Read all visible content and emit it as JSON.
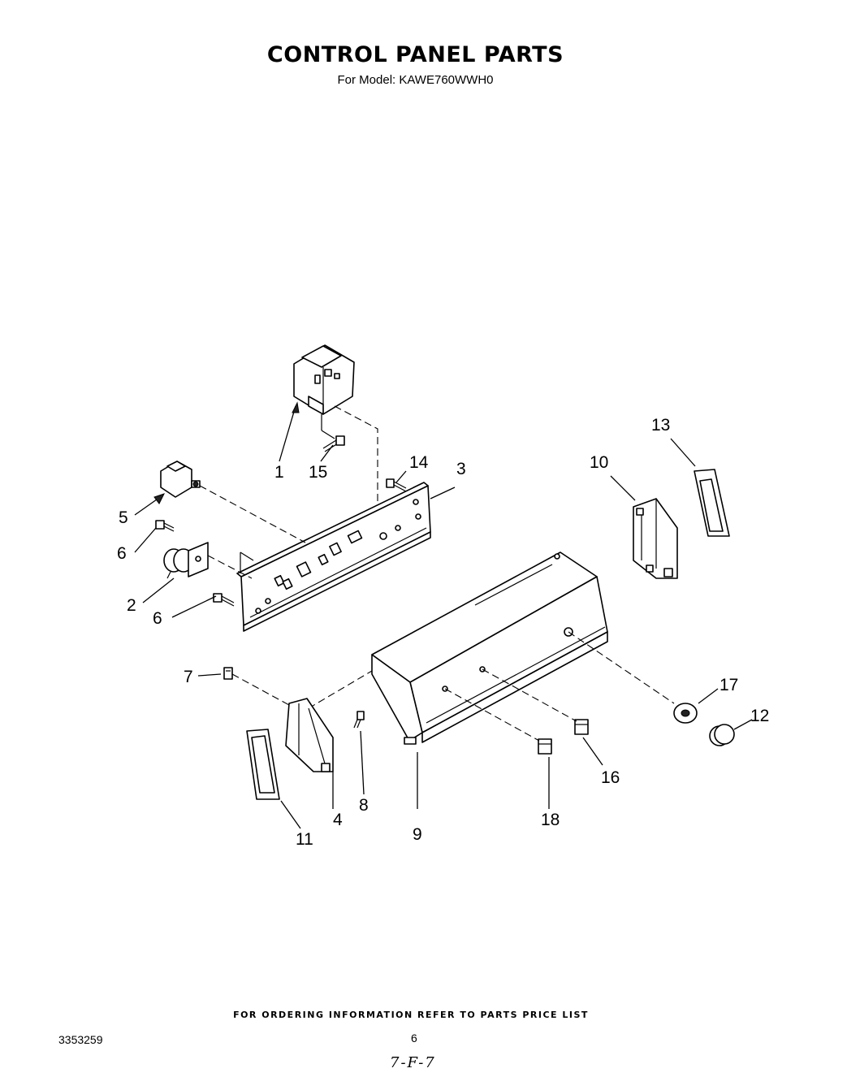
{
  "header": {
    "title": "CONTROL PANEL PARTS",
    "model_line": "For Model: KAWE760WWH0"
  },
  "callouts": {
    "c1": "1",
    "c2": "2",
    "c3": "3",
    "c4": "4",
    "c5": "5",
    "c6a": "6",
    "c6b": "6",
    "c7": "7",
    "c8": "8",
    "c9": "9",
    "c10": "10",
    "c11": "11",
    "c12": "12",
    "c13": "13",
    "c14": "14",
    "c15": "15",
    "c16": "16",
    "c17": "17",
    "c18": "18"
  },
  "footer": {
    "ordering_note": "FOR ORDERING INFORMATION REFER TO PARTS PRICE LIST",
    "doc_number": "3353259",
    "page_number": "6",
    "handwritten_mark": "7-F-7"
  }
}
